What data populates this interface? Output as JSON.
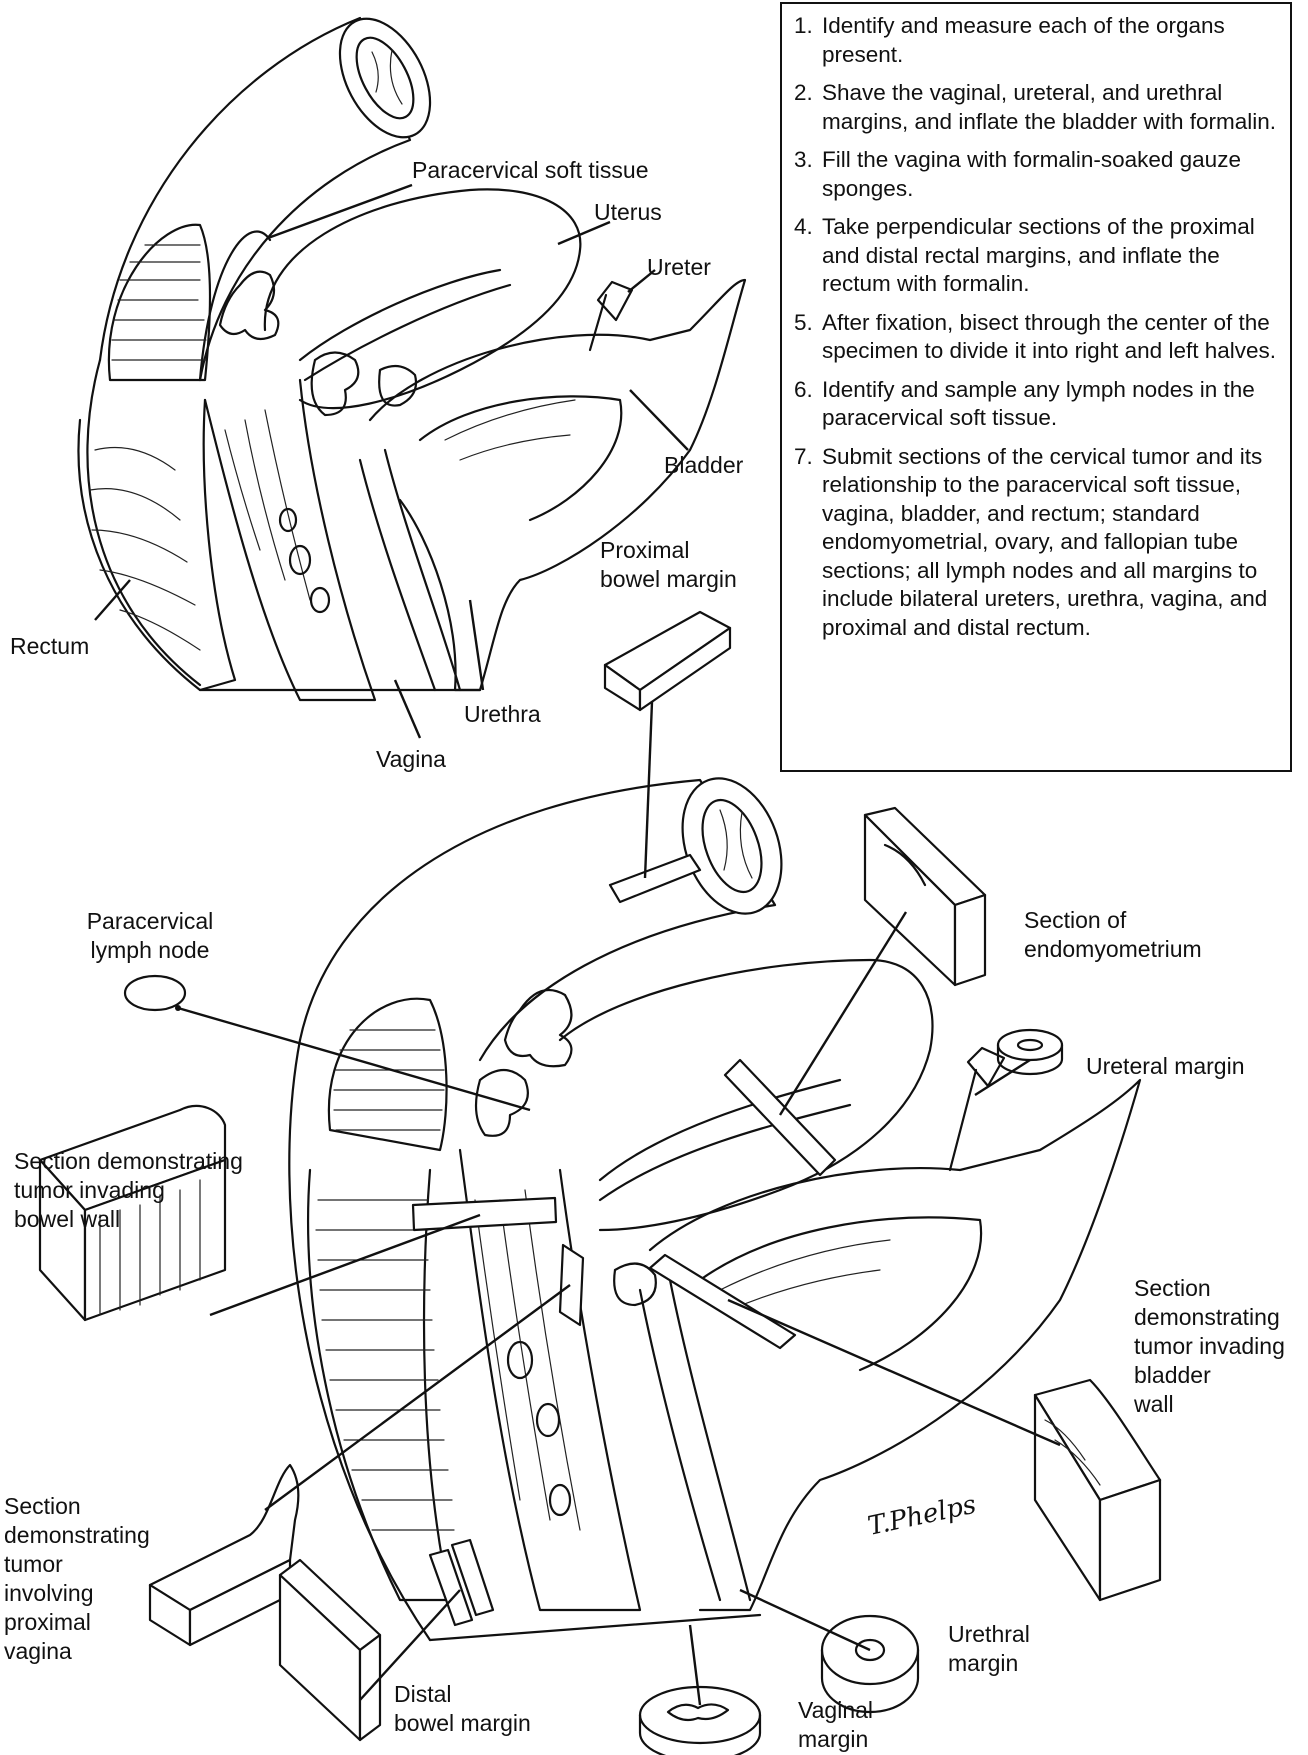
{
  "steps": [
    {
      "num": "1.",
      "text": "Identify and measure each of the organs present."
    },
    {
      "num": "2.",
      "text": "Shave the vaginal, ureteral, and urethral margins, and inflate the bladder with formalin."
    },
    {
      "num": "3.",
      "text": "Fill the vagina with formalin-soaked gauze sponges."
    },
    {
      "num": "4.",
      "text": "Take perpendicular sections of the proximal and distal rectal margins, and inflate the rectum with formalin."
    },
    {
      "num": "5.",
      "text": "After fixation, bisect through the center of the specimen to divide it into right and left halves."
    },
    {
      "num": "6.",
      "text": "Identify and sample any lymph nodes in the paracervical soft tissue."
    },
    {
      "num": "7.",
      "text": "Submit sections of the cervical tumor and its relationship to the paracervical soft tissue, vagina, bladder, and rectum; standard endomyometrial, ovary, and fallopian tube sections; all lymph nodes and all margins to include bilateral ureters, urethra, vagina, and proximal and distal rectum."
    }
  ],
  "top_labels": {
    "paracervical_soft_tissue": "Paracervical soft tissue",
    "uterus": "Uterus",
    "ureter": "Ureter",
    "bladder": "Bladder",
    "rectum": "Rectum",
    "urethra": "Urethra",
    "vagina": "Vagina"
  },
  "bottom_labels": {
    "proximal_bowel_margin": "Proximal\nbowel margin",
    "paracervical_lymph_node": "Paracervical\nlymph node",
    "section_endomyometrium": "Section of\nendomyometrium",
    "ureteral_margin": "Ureteral margin",
    "tumor_bowel_wall": "Section demonstrating\ntumor invading\nbowel wall",
    "tumor_bladder_wall": "Section\ndemonstrating\ntumor invading\nbladder\nwall",
    "tumor_proximal_vagina": "Section\ndemonstrating\ntumor\ninvolving\nproximal\nvagina",
    "distal_bowel_margin": "Distal\nbowel margin",
    "urethral_margin": "Urethral\nmargin",
    "vaginal_margin": "Vaginal\nmargin"
  },
  "signature": "T.Phelps"
}
